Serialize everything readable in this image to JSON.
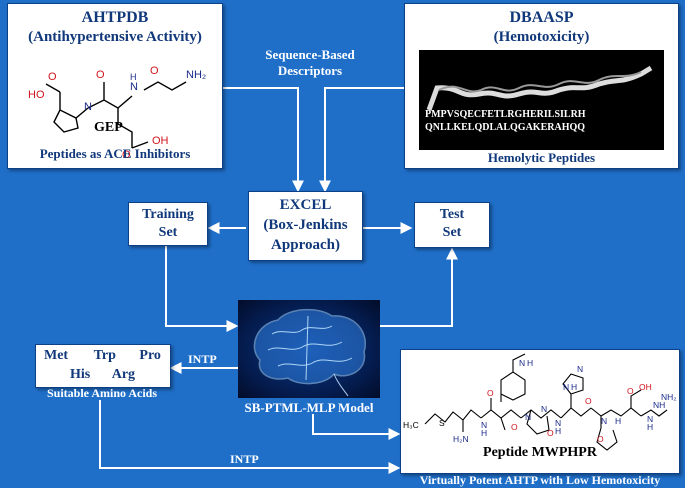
{
  "ahtpdb": {
    "title1": "AHTPDB",
    "title2": "(Antihypertensive Activity)",
    "molecule": "GEP",
    "caption": "Peptides as ACE Inhibitors",
    "atoms": [
      "O",
      "HO",
      "N",
      "O",
      "N",
      "H",
      "NH₂",
      "O",
      "OH",
      "O"
    ]
  },
  "dbaasp": {
    "title1": "DBAASP",
    "title2": "(Hemotoxicity)",
    "seq1": "PMPVSQECFETLRGHERILSILRH",
    "seq2": "QNLLKELQDLALQGAKERAHQQ",
    "caption": "Hemolytic Peptides"
  },
  "descriptors": {
    "line1": "Sequence-Based",
    "line2": "Descriptors"
  },
  "excel": {
    "line1": "EXCEL",
    "line2": "(Box-Jenkins",
    "line3": "Approach)"
  },
  "training": {
    "line1": "Training",
    "line2": "Set"
  },
  "test": {
    "line1": "Test",
    "line2": "Set"
  },
  "amino": {
    "row1": [
      "Met",
      "Trp",
      "Pro"
    ],
    "row2": [
      "His",
      "Arg"
    ],
    "caption": "Suitable Amino Acids"
  },
  "model": {
    "caption": "SB-PTML-MLP Model",
    "intp_top": "INTP",
    "intp_bottom": "INTP"
  },
  "peptide": {
    "name": "Peptide MWPHPR",
    "caption": "Virtually Potent AHTP with Low Hemotoxicity",
    "atoms": [
      "S",
      "H₃C",
      "H₂N",
      "O",
      "N",
      "H",
      "N",
      "H",
      "O",
      "N",
      "O",
      "N",
      "H",
      "O",
      "N",
      "O",
      "N",
      "H",
      "O",
      "OH",
      "N",
      "H",
      "NH",
      "NH₂",
      "N",
      "H",
      "N"
    ]
  },
  "colors": {
    "background": "#1f6fc9",
    "dark_text": "#10387a",
    "accent_red": "#d0151d",
    "molecule_blue": "#1b2a8a"
  }
}
